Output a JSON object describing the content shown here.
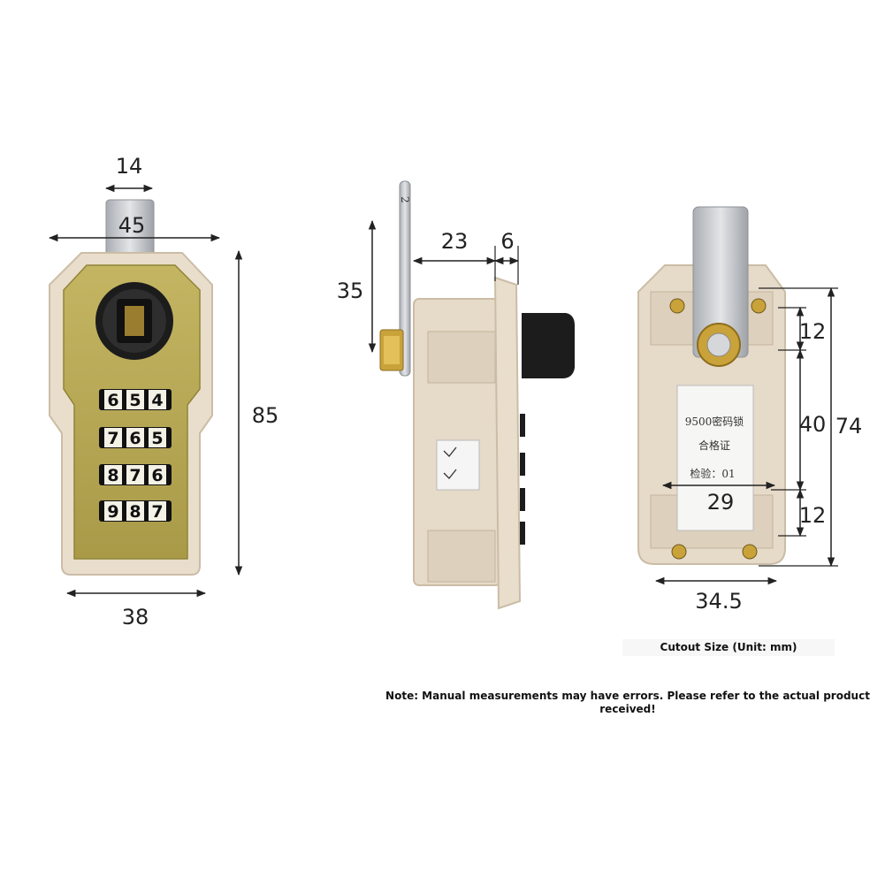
{
  "colors": {
    "housing": "#e8dccb",
    "housing_edge": "#cdbfa8",
    "face": "#b9aa5a",
    "face_dark": "#8f8436",
    "metal": "#c9ccd0",
    "knob": "#1c1c1c",
    "brass": "#c9a23a",
    "dim_line": "#222222"
  },
  "front_view": {
    "dim_top": "14",
    "dim_width_top": "45",
    "dim_height": "85",
    "dim_bottom": "38",
    "wheels": [
      [
        "6",
        "5",
        "4"
      ],
      [
        "7",
        "6",
        "5"
      ],
      [
        "8",
        "7",
        "6"
      ],
      [
        "9",
        "8",
        "7"
      ]
    ]
  },
  "side_view": {
    "dim_cam": "35",
    "dim_depth": "23",
    "dim_flange": "6",
    "cam_mark": "2"
  },
  "back_view": {
    "dim_top": "12",
    "dim_middle": "40",
    "dim_bottom": "12",
    "dim_total": "74",
    "dim_inner_width": "29",
    "dim_outer_width": "34.5",
    "label_line1": "9500密码锁",
    "label_line2": "合格证",
    "label_line3": "检验：01"
  },
  "captions": {
    "cutout": "Cutout Size (Unit: mm)",
    "note": "Note: Manual measurements may have errors. Please refer to the actual product received!"
  }
}
